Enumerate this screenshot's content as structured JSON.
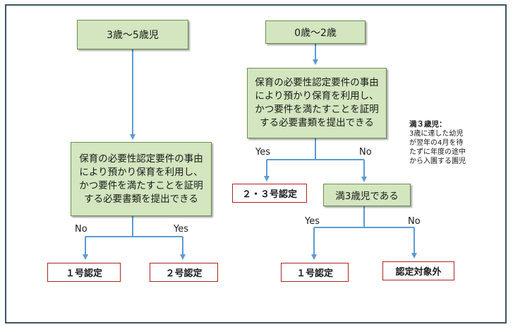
{
  "nodes": {
    "age_3_5": "3歳〜5歳児",
    "age_0_2": "0歳〜2歳",
    "requirement_left": "保育の必要性認定要件の事由により預かり保育を利用し、かつ要件を満たすことを証明する必要書類を提出できる",
    "requirement_right": "保育の必要性認定要件の事由により預かり保育を利用し、かつ要件を満たすことを証明する必要書類を提出できる",
    "full_3_question": "満3歳児である"
  },
  "outcomes": {
    "cert_1_left": "１号認定",
    "cert_2": "２号認定",
    "cert_2_3": "２・３号認定",
    "cert_1_right": "１号認定",
    "not_eligible": "認定対象外"
  },
  "edge_labels": {
    "left_no": "No",
    "left_yes": "Yes",
    "right_yes": "Yes",
    "right_no": "No",
    "full3_yes": "Yes",
    "full3_no": "No"
  },
  "note": {
    "title": "満３歳児：",
    "lines": [
      "3歳に達した幼児",
      "が翌年の4月を待",
      "たずに年度の途中",
      "から入園する園児"
    ]
  },
  "colors": {
    "box_fill": "#d3e6bf",
    "box_border": "#6a8f4f",
    "arrow": "#5b9bd5",
    "outcome_border": "#b22222",
    "frame": "#3d5566"
  }
}
